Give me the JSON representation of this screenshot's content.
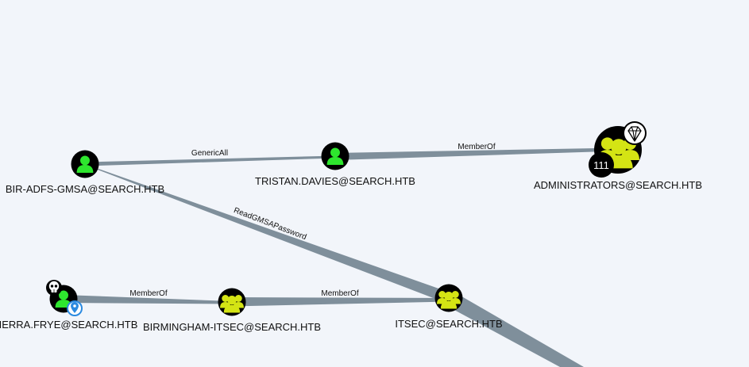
{
  "colors": {
    "background": "#f2f5fa",
    "edge": "#7f8f9b",
    "user_node": "#2ee62e",
    "group_node": "#d4e414",
    "node_ring": "#000000",
    "owned_badge": "#2b8ae0"
  },
  "nodes": [
    {
      "key": "bir",
      "label": "BIR-ADFS-GMSA@SEARCH.HTB",
      "type": "user",
      "icon": "user-icon"
    },
    {
      "key": "tristan",
      "label": "TRISTAN.DAVIES@SEARCH.HTB",
      "type": "user",
      "icon": "user-icon"
    },
    {
      "key": "admins",
      "label": "ADMINISTRATORS@SEARCH.HTB",
      "type": "group",
      "icon": "group-icon",
      "badge_count": "111",
      "high_value": true,
      "badge_icon": "diamond-icon"
    },
    {
      "key": "sierra",
      "label": "IERRA.FRYE@SEARCH.HTB",
      "type": "user",
      "icon": "user-icon",
      "owned": true,
      "badge_icon": "skull-icon",
      "marker_icon": "location-pin-icon"
    },
    {
      "key": "birmingham",
      "label": "BIRMINGHAM-ITSEC@SEARCH.HTB",
      "type": "group",
      "icon": "group-icon"
    },
    {
      "key": "itsec",
      "label": "ITSEC@SEARCH.HTB",
      "type": "group",
      "icon": "group-icon"
    }
  ],
  "edges": [
    {
      "label": "GenericAll",
      "from": "bir",
      "to": "tristan"
    },
    {
      "label": "MemberOf",
      "from": "tristan",
      "to": "admins"
    },
    {
      "label": "ReadGMSAPassword",
      "from": "bir",
      "to": "itsec"
    },
    {
      "label": "MemberOf",
      "from": "sierra",
      "to": "birmingham"
    },
    {
      "label": "MemberOf",
      "from": "birmingham",
      "to": "itsec"
    },
    {
      "label": "",
      "from": "itsec",
      "to": "offscreen"
    }
  ]
}
